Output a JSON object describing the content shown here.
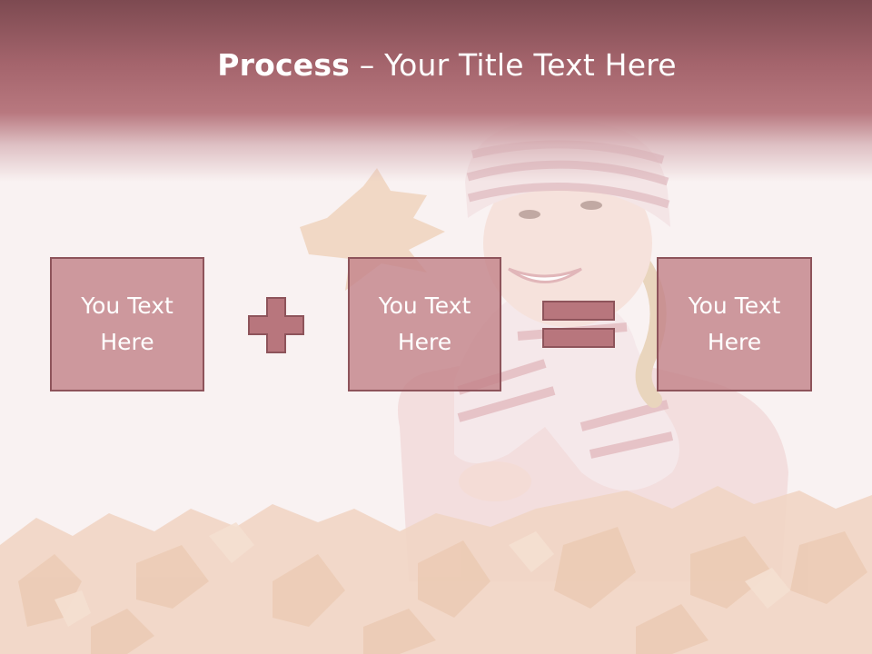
{
  "slide": {
    "title_bold": "Process",
    "title_rest": " – Your Title Text Here",
    "boxes": [
      {
        "label": "You Text Here"
      },
      {
        "label": "You Text Here"
      },
      {
        "label": "You Text Here"
      }
    ],
    "operators": [
      "plus-icon",
      "equals-icon"
    ],
    "colors": {
      "header": "#a4646c",
      "box_fill": "#c3848a",
      "box_border": "#8e545b",
      "operator_fill": "#b8767d",
      "background": "#f8f1f2"
    }
  }
}
